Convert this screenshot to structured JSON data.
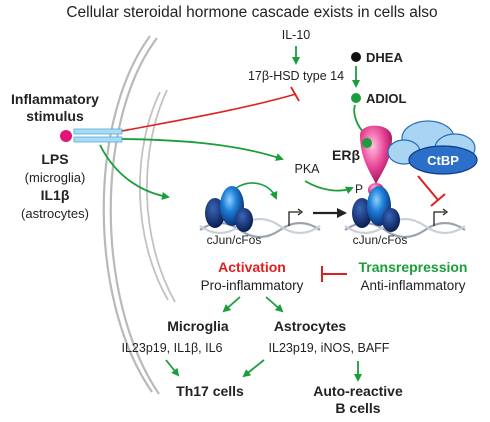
{
  "title": "Cellular steroidal hormone cascade exists in cells also",
  "inputs": {
    "stimulus_line1": "Inflammatory",
    "stimulus_line2": "stimulus",
    "lps": "LPS",
    "microglia_paren": "(microglia)",
    "il1b": "IL1β",
    "astrocytes_paren": "(astrocytes)"
  },
  "upstream": {
    "il10": "IL-10",
    "hsd": "17β-HSD type 14",
    "dhea": "DHEA",
    "adiol": "ADIOL",
    "pka": "PKA"
  },
  "receptor": {
    "er_beta": "ERβ",
    "p_site": "P",
    "ctbp": "CtBP"
  },
  "complexes": {
    "left_label": "cJun/cFos",
    "right_label": "cJun/cFos"
  },
  "outcomes": {
    "activation": "Activation",
    "pro_inflammatory": "Pro-inflammatory",
    "transrepression": "Transrepression",
    "anti_inflammatory": "Anti-inflammatory"
  },
  "cells": {
    "microglia": "Microglia",
    "microglia_genes": "IL23p19, IL1β, IL6",
    "astrocytes": "Astrocytes",
    "astrocytes_genes": "IL23p19, iNOS, BAFF",
    "th17": "Th17 cells",
    "autoreactive_line1": "Auto-reactive",
    "autoreactive_line2": "B cells"
  },
  "colors": {
    "green": "#1a9e3a",
    "red": "#e02020",
    "magenta": "#e0157a",
    "blue": "#1f6fc4",
    "membrane": "#b9b9b9"
  }
}
